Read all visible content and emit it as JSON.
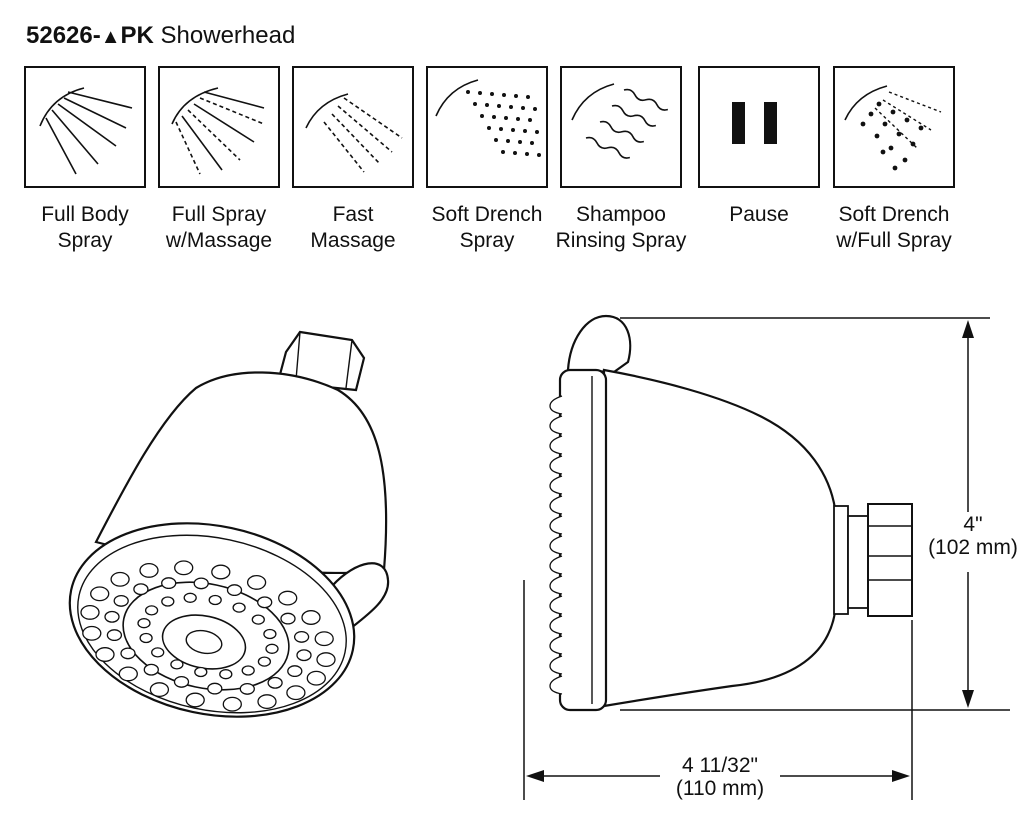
{
  "header": {
    "model": "52626-",
    "triangle": "▲",
    "suffix": "PK",
    "product": "Showerhead"
  },
  "modes": [
    {
      "icon": "full-body-spray-icon",
      "line1": "Full Body",
      "line2": "Spray"
    },
    {
      "icon": "full-spray-massage-icon",
      "line1": "Full Spray",
      "line2": "w/Massage"
    },
    {
      "icon": "fast-massage-icon",
      "line1": "Fast",
      "line2": "Massage"
    },
    {
      "icon": "soft-drench-spray-icon",
      "line1": "Soft Drench",
      "line2": "Spray"
    },
    {
      "icon": "shampoo-rinsing-spray-icon",
      "line1": "Shampoo",
      "line2": "Rinsing Spray"
    },
    {
      "icon": "pause-icon",
      "line1": "Pause",
      "line2": ""
    },
    {
      "icon": "soft-drench-full-spray-icon",
      "line1": "Soft Drench",
      "line2": "w/Full Spray"
    }
  ],
  "dimensions": {
    "height": {
      "imperial": "4\"",
      "metric": "(102 mm)"
    },
    "depth": {
      "imperial": "4 11/32\"",
      "metric": "(110 mm)"
    }
  }
}
